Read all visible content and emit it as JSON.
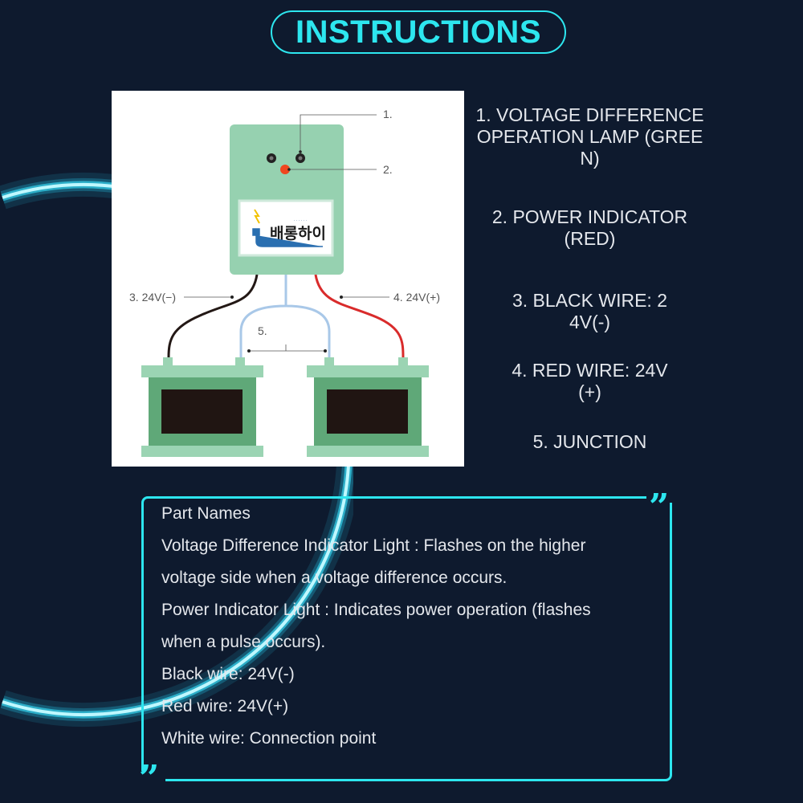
{
  "header": {
    "title": "INSTRUCTIONS"
  },
  "diagram": {
    "label_1": "1.",
    "label_2": "2.",
    "label_3": "3. 24V(−)",
    "label_4": "4. 24V(+)",
    "label_5": "5.",
    "logo_text": "배롱하이",
    "colors": {
      "device": "#96d1b0",
      "battery": "#5fa878",
      "battery_plate": "#9bd4b3",
      "window": "#201512",
      "black_wire": "#231815",
      "red_wire": "#d92b2b",
      "white_wire": "#a9c8e8",
      "power_led": "#f0461f"
    }
  },
  "legend": [
    "1. VOLTAGE DIFFERENCE OPERATION LAMP (GREEN)",
    "2. POWER INDICATOR (RED)",
    "3. BLACK WIRE: 24V(-)",
    "4. RED WIRE: 24V (+)",
    "5. JUNCTION"
  ],
  "part_names": {
    "title": "Part Names",
    "lines": [
      "Voltage Difference Indicator Light : Flashes on the higher",
      "voltage side when a voltage difference occurs.",
      "Power Indicator Light : Indicates power operation (flashes",
      "when a pulse occurs).",
      "Black wire: 24V(-)",
      "Red wire: 24V(+)",
      "White wire: Connection point"
    ]
  },
  "accent_color": "#2de6ef"
}
